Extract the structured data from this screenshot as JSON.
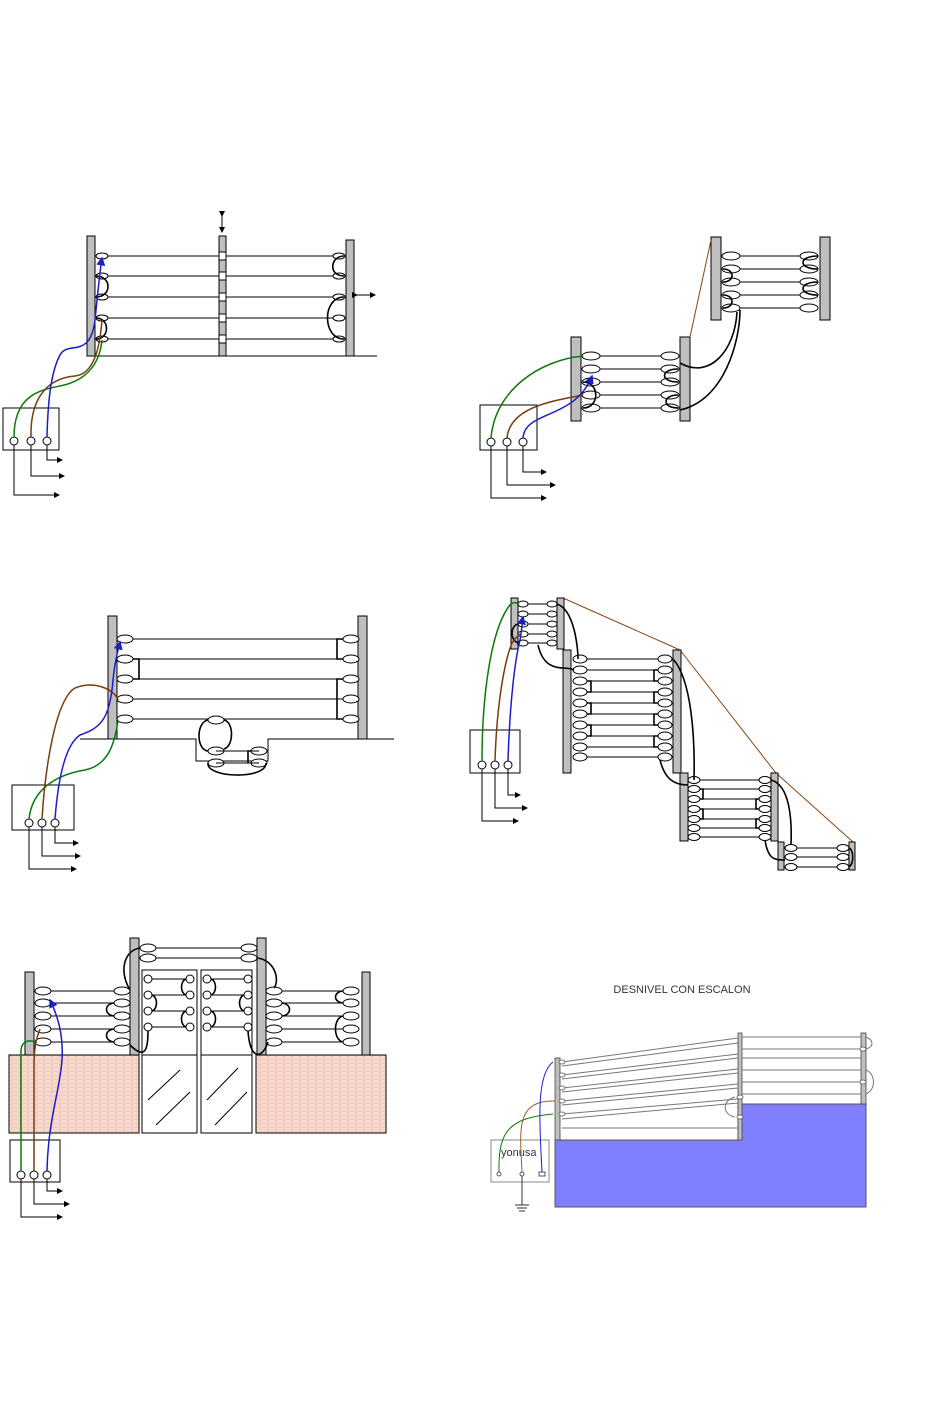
{
  "diagram": {
    "title_step_panel": "DESNIVEL CON ESCALON",
    "energizer_label": "yonusa",
    "colors": {
      "ground_wire": "#0a7a0a",
      "return_wire": "#7a3b0e",
      "live_wire": "#1c1cc8",
      "post_fill": "#bfbfbf",
      "water_fill": "#8080ff",
      "brick_fill": "#f6d8cc"
    },
    "panels": [
      {
        "id": "straight-fence-with-middle-post"
      },
      {
        "id": "stepped-fence-two-levels"
      },
      {
        "id": "fence-with-ground-dip"
      },
      {
        "id": "stepped-fence-four-levels"
      },
      {
        "id": "fence-with-gate-over-walls"
      },
      {
        "id": "fence-over-slope-with-step"
      }
    ]
  }
}
